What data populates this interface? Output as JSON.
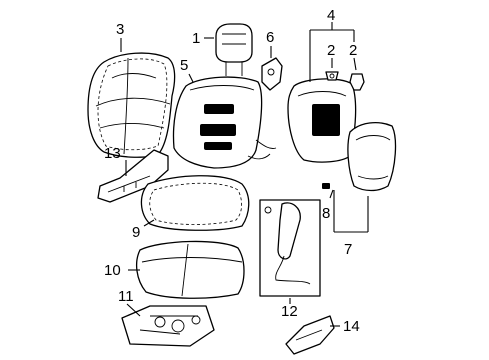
{
  "diagram": {
    "callouts": [
      "1",
      "2",
      "2",
      "3",
      "4",
      "5",
      "6",
      "7",
      "8",
      "9",
      "10",
      "11",
      "12",
      "13",
      "14"
    ]
  }
}
